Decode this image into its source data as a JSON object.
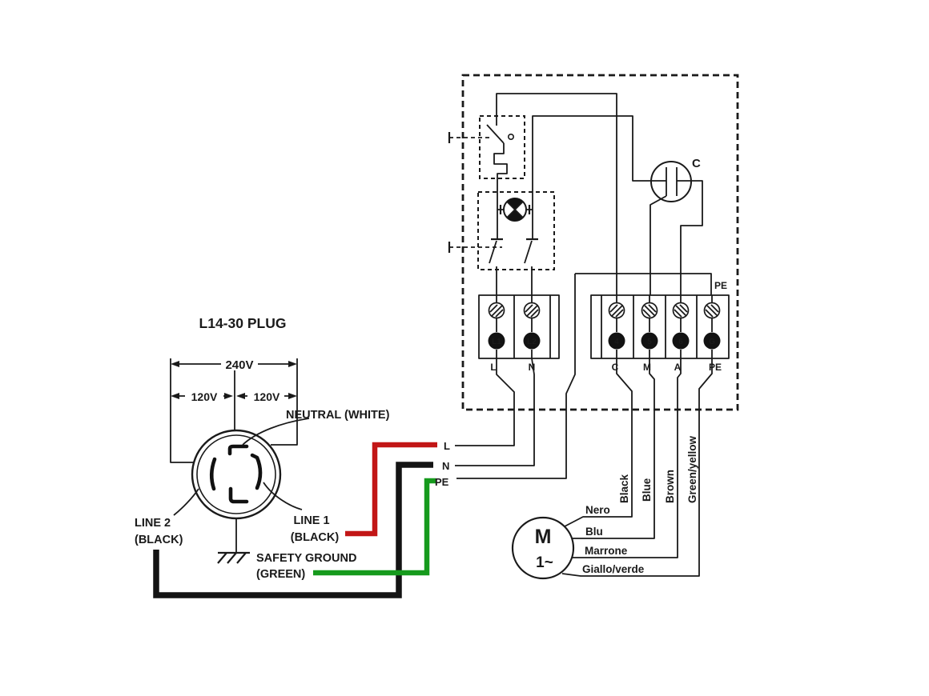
{
  "plug": {
    "title": "L14-30 PLUG",
    "dim_240": "240V",
    "dim_120_left": "120V",
    "dim_120_right": "120V",
    "neutral_label": "NEUTRAL (WHITE)",
    "line1": "LINE 1",
    "line1_sub": "(BLACK)",
    "line2": "LINE 2",
    "line2_sub": "(BLACK)",
    "ground": "SAFETY GROUND",
    "ground_sub": "(GREEN)"
  },
  "junctions": {
    "live": "L",
    "neutral": "N",
    "earth": "PE"
  },
  "control_box": {
    "pe_bus": "PE",
    "capacitor": "C",
    "left_block": {
      "terminals": [
        {
          "id": "L1",
          "label": "L"
        },
        {
          "id": "L2",
          "label": "N"
        }
      ]
    },
    "right_block": {
      "terminals": [
        {
          "id": "4",
          "label": "C"
        },
        {
          "id": "5",
          "label": "M"
        },
        {
          "id": "6",
          "label": "A"
        },
        {
          "id": "G",
          "label": "PE"
        }
      ]
    }
  },
  "motor": {
    "symbol": "M",
    "phase": "1~",
    "wires": [
      {
        "it": "Nero",
        "en": "Black"
      },
      {
        "it": "Blu",
        "en": "Blue"
      },
      {
        "it": "Marrone",
        "en": "Brown"
      },
      {
        "it": "Giallo/verde",
        "en": "Green/yellow"
      }
    ]
  },
  "colors": {
    "line": "#1a1a1a",
    "wire_red": "#c21616",
    "wire_green": "#169a1d",
    "wire_black": "#141414",
    "terminal_text": "#f3ead0"
  }
}
